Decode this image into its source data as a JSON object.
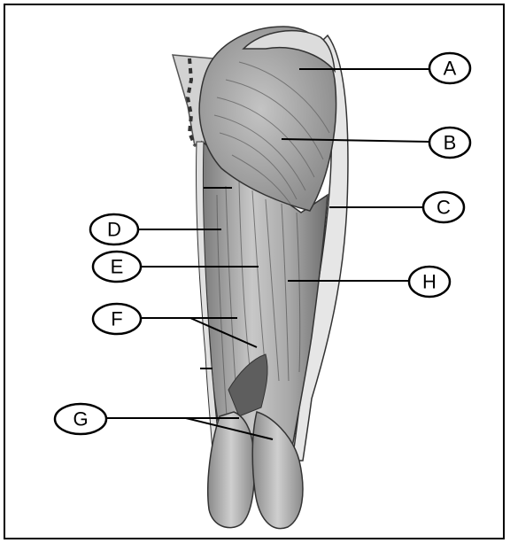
{
  "labels": [
    {
      "id": "A",
      "text": "A"
    },
    {
      "id": "B",
      "text": "B"
    },
    {
      "id": "C",
      "text": "C"
    },
    {
      "id": "D",
      "text": "D"
    },
    {
      "id": "E",
      "text": "E"
    },
    {
      "id": "F",
      "text": "F"
    },
    {
      "id": "G",
      "text": "G"
    },
    {
      "id": "H",
      "text": "H"
    }
  ],
  "colors": {
    "muscle_light": "#d9d9d9",
    "muscle_mid": "#b5b5b5",
    "muscle_dark": "#6a6a6a",
    "outline": "#222222"
  }
}
